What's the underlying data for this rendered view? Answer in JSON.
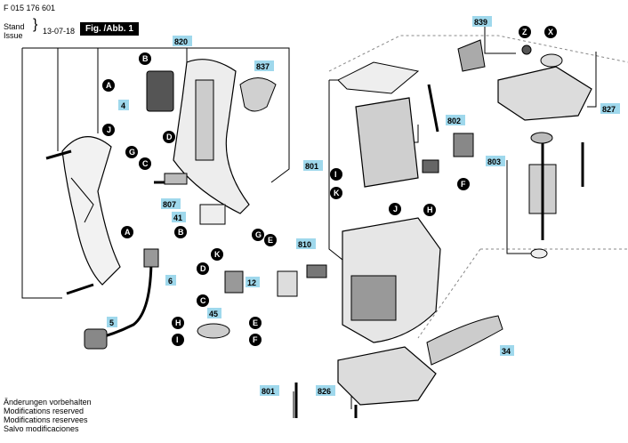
{
  "header": {
    "doc_number": "F 015 176 601",
    "stand_label": "Stand",
    "issue_label": "Issue",
    "date": "13-07-18",
    "figure": "Fig. /Abb. 1"
  },
  "part_numbers": {
    "p820": "820",
    "p837": "837",
    "p839": "839",
    "p827": "827",
    "p802": "802",
    "p801a": "801",
    "p803": "803",
    "p807": "807",
    "p41": "41",
    "p4": "4",
    "p6": "6",
    "p5": "5",
    "p810": "810",
    "p12": "12",
    "p45": "45",
    "p34": "34",
    "p801b": "801",
    "p826": "826"
  },
  "wire_letters": {
    "A": "A",
    "B": "B",
    "C": "C",
    "D": "D",
    "E": "E",
    "F": "F",
    "G": "G",
    "H": "H",
    "I": "I",
    "J": "J",
    "K": "K",
    "X": "X",
    "Z": "Z"
  },
  "footer": {
    "line1": "Änderungen vorbehalten",
    "line2": "Modifications reserved",
    "line3": "Modifications reservees",
    "line4": "Salvo modificaciones"
  },
  "colors": {
    "label_bg": "#9fd8ec",
    "letter_bg": "#000000"
  }
}
